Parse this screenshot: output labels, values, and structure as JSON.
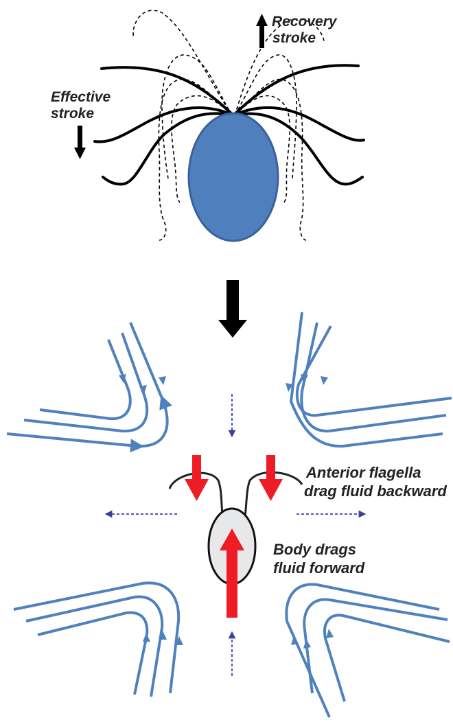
{
  "colors": {
    "cell_body": "#4f80bd",
    "cell_outline": "#3a619a",
    "flagella": "#000000",
    "streamlines": "#4f81bd",
    "force_arrows": "#ee1c25",
    "flow_arrows": "#3a3fa0",
    "small_body": "#e7e8ea"
  },
  "labels": {
    "recovery_line1": "Recovery",
    "recovery_line2": "stroke",
    "effective_line1": "Effective",
    "effective_line2": "stroke",
    "anterior_line1": "Anterior flagella",
    "anterior_line2": "drag fluid backward",
    "body_line1": "Body drags",
    "body_line2": "fluid forward"
  }
}
